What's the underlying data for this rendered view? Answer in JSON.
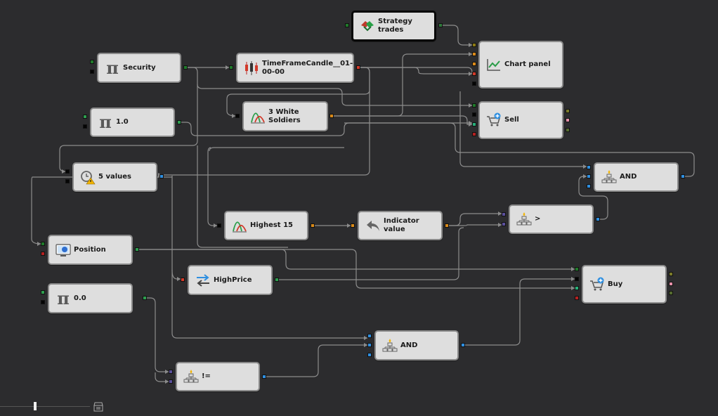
{
  "nodes": {
    "strategy_trades": {
      "label": "Strategy trades",
      "icon": "handshake-icon"
    },
    "chart_panel": {
      "label": "Chart panel",
      "icon": "line-chart-icon"
    },
    "security": {
      "label": "Security",
      "icon": "pi-icon"
    },
    "timeframe_candle": {
      "label": "TimeFrameCandle__01-00-00",
      "icon": "candlestick-icon"
    },
    "three_white_soldiers": {
      "label": "3 White Soldiers",
      "icon": "indicator-icon"
    },
    "value_1": {
      "label": "1.0",
      "icon": "pi-icon"
    },
    "sell": {
      "label": "Sell",
      "icon": "cart-plus-icon"
    },
    "five_values": {
      "label": "5 values",
      "icon": "timer-warning-icon"
    },
    "and_top": {
      "label": "AND",
      "icon": "logic-tree-icon"
    },
    "highest_15": {
      "label": "Highest 15",
      "icon": "indicator-icon"
    },
    "indicator_value": {
      "label": "Indicator value",
      "icon": "back-arrow-icon"
    },
    "greater": {
      "label": ">",
      "icon": "logic-tree-icon"
    },
    "position": {
      "label": "Position",
      "icon": "position-icon"
    },
    "high_price": {
      "label": "HighPrice",
      "icon": "swap-arrows-icon"
    },
    "buy": {
      "label": "Buy",
      "icon": "cart-plus-icon"
    },
    "value_0": {
      "label": "0.0",
      "icon": "pi-icon"
    },
    "and_bottom": {
      "label": "AND",
      "icon": "logic-tree-icon"
    },
    "not_equal": {
      "label": "!=",
      "icon": "logic-tree-icon"
    }
  },
  "colors": {
    "background": "#2c2c2e",
    "node_fill": "#dedede",
    "node_border": "#8a8a8a",
    "wire": "#8c8c8c",
    "port_green": "#2e9e4f",
    "port_dark_green": "#1f7a2a",
    "port_black": "#050505",
    "port_orange": "#d98a1a",
    "port_olive": "#8c7a14",
    "port_red": "#d23a2a",
    "port_dark_red": "#b32121",
    "port_blue": "#2f8fe0",
    "port_purple": "#5a4f9a",
    "port_pink": "#e58fa8",
    "port_khaki": "#7a7a2a",
    "port_teal": "#28b07a"
  },
  "toolbar": {
    "fit_icon": "fit-view-icon",
    "zoom_level": 0.35
  }
}
